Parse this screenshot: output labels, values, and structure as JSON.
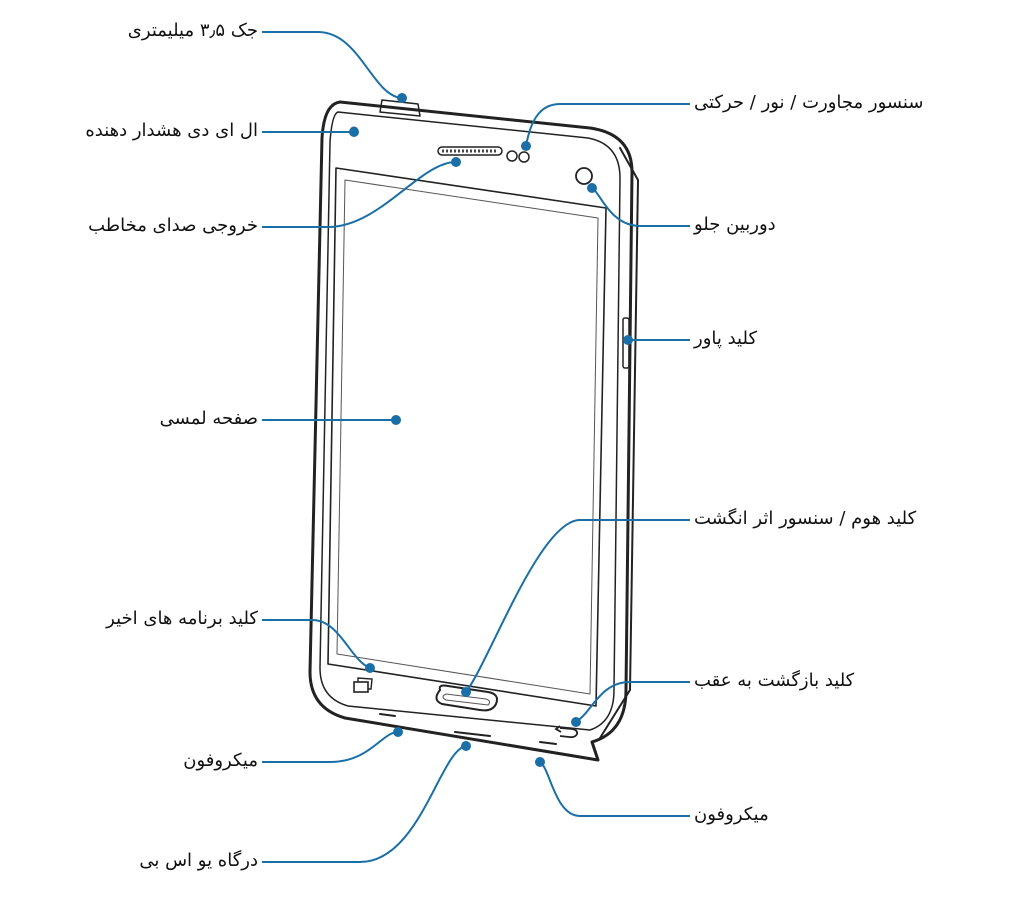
{
  "accent_color": "#1a6fa6",
  "labels_left": {
    "jack": "جک ۳٫۵ میلیمتری",
    "led": "ال ای دی هشدار دهنده",
    "earpiece": "خروجی صدای مخاطب",
    "touchscreen": "صفحه لمسی",
    "recent_apps": "کلید برنامه های اخیر",
    "mic_left": "میکروفون",
    "usb": "درگاه یو اس بی"
  },
  "labels_right": {
    "sensors": "سنسور مجاورت / نور / حرکتی",
    "front_camera": "دوربین جلو",
    "power": "کلید پاور",
    "home": "کلید هوم / سنسور اثر انگشت",
    "back": "کلید بازگشت به عقب",
    "mic_right": "میکروفون"
  }
}
